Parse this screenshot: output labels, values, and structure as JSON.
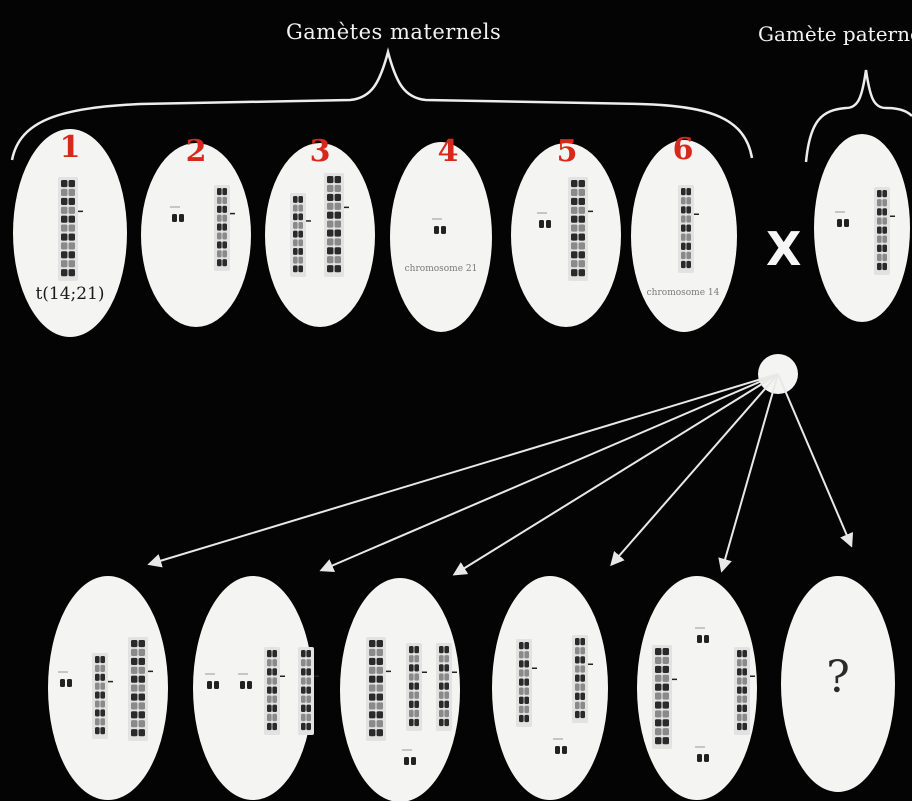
{
  "maternal_label": "Gamètes maternels",
  "paternal_label": "Gamète paterne",
  "cross_symbol": "X",
  "maternal_gametes": [
    {
      "number": "1",
      "caption": "t(14;21)"
    },
    {
      "number": "2",
      "caption": ""
    },
    {
      "number": "3",
      "caption": ""
    },
    {
      "number": "4",
      "caption": "chromosome 21"
    },
    {
      "number": "5",
      "caption": ""
    },
    {
      "number": "6",
      "caption": "chromosome 14"
    }
  ],
  "zygotes": [
    {
      "label": ""
    },
    {
      "label": ""
    },
    {
      "label": ""
    },
    {
      "label": ""
    },
    {
      "label": ""
    },
    {
      "label": "?"
    }
  ],
  "colors": {
    "background": "#040404",
    "ellipse": "#f4f4f2",
    "number": "#d8281c",
    "lines": "#e8e8e8"
  }
}
